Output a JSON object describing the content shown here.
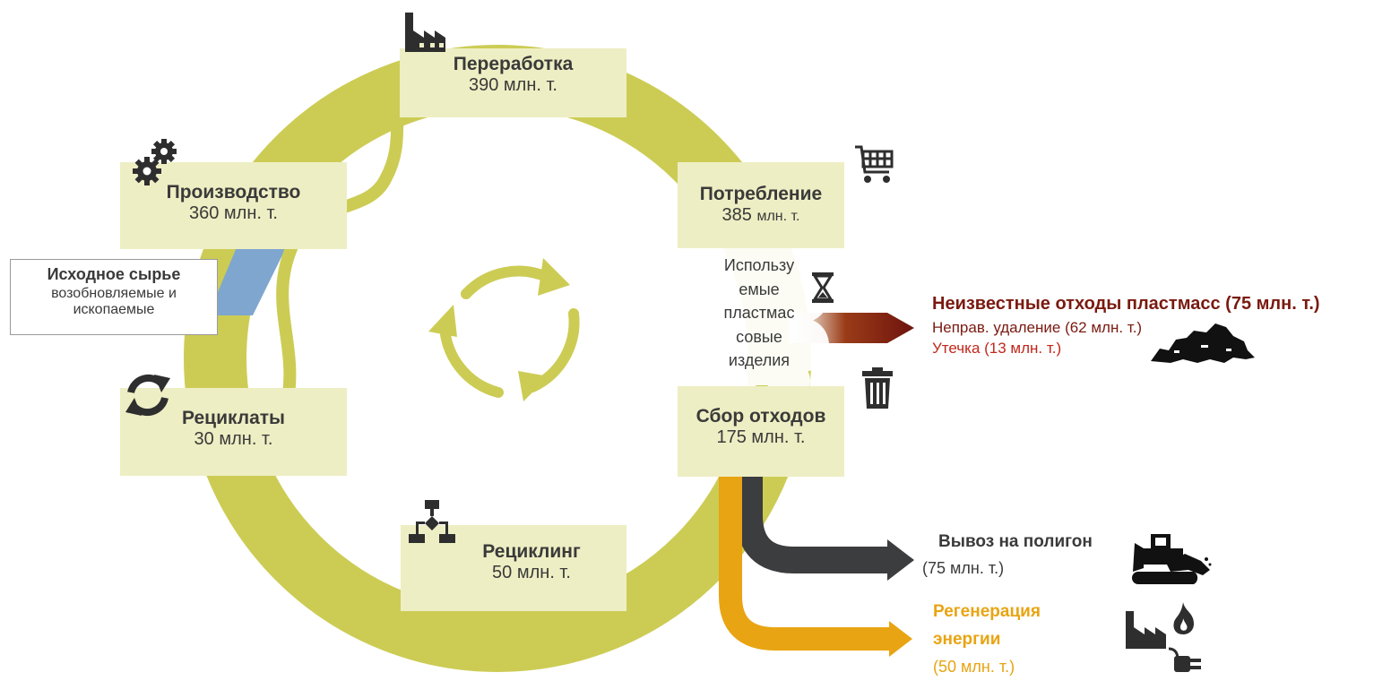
{
  "colors": {
    "ring": "#cccc55",
    "box": "#eeeec4",
    "raw_material_band": "#7ea6cf",
    "unknown_waste": "#7a1a10",
    "unknown_waste_leak": "#c0281c",
    "landfill_band": "#3c3d3f",
    "energy": "#e8a412",
    "text": "#3a3a3a",
    "icon": "#2e2e2e"
  },
  "stages": {
    "processing": {
      "title": "Переработка",
      "value": "390 млн. т.",
      "icon": "factory-icon"
    },
    "consumption": {
      "title": "Потребление",
      "value_num": "385",
      "value_unit": "млн. т.",
      "icon": "shopping-cart-icon"
    },
    "production": {
      "title": "Производство",
      "value": "360 млн. т.",
      "icon": "gears-icon"
    },
    "recyclates": {
      "title": "Рециклаты",
      "value": "30 млн. т.",
      "icon": "recycle-arrows-icon"
    },
    "recycling": {
      "title": "Рециклинг",
      "value": "50 млн. т.",
      "icon": "sorting-flowchart-icon"
    },
    "waste_collection": {
      "title": "Сбор отходов",
      "value": "175 млн. т.",
      "icon": "trash-can-icon"
    }
  },
  "raw_material": {
    "title": "Исходное сырье",
    "line1": "возобновляемые и",
    "line2": "ископаемые"
  },
  "in_use": {
    "lines": [
      "Использу",
      "емые",
      "пластмас",
      "совые",
      "изделия"
    ],
    "icon": "hourglass-icon"
  },
  "unknown_waste": {
    "title": "Неизвестные отходы пластмасс (75 млн. т.)",
    "improper": "Неправ. удаление (62 млн. т.)",
    "leakage": "Утечка (13 млн. т.)",
    "icon": "garbage-pile-icon"
  },
  "landfill": {
    "title": "Вывоз на полигон",
    "value": "(75 млн. т.)",
    "icon": "bulldozer-icon"
  },
  "energy_recovery": {
    "title_line1": "Регенерация",
    "title_line2": "энергии",
    "value": "(50 млн. т.)",
    "icon": "power-plant-icon"
  },
  "center": {
    "icon": "cycle-arrows-icon"
  }
}
